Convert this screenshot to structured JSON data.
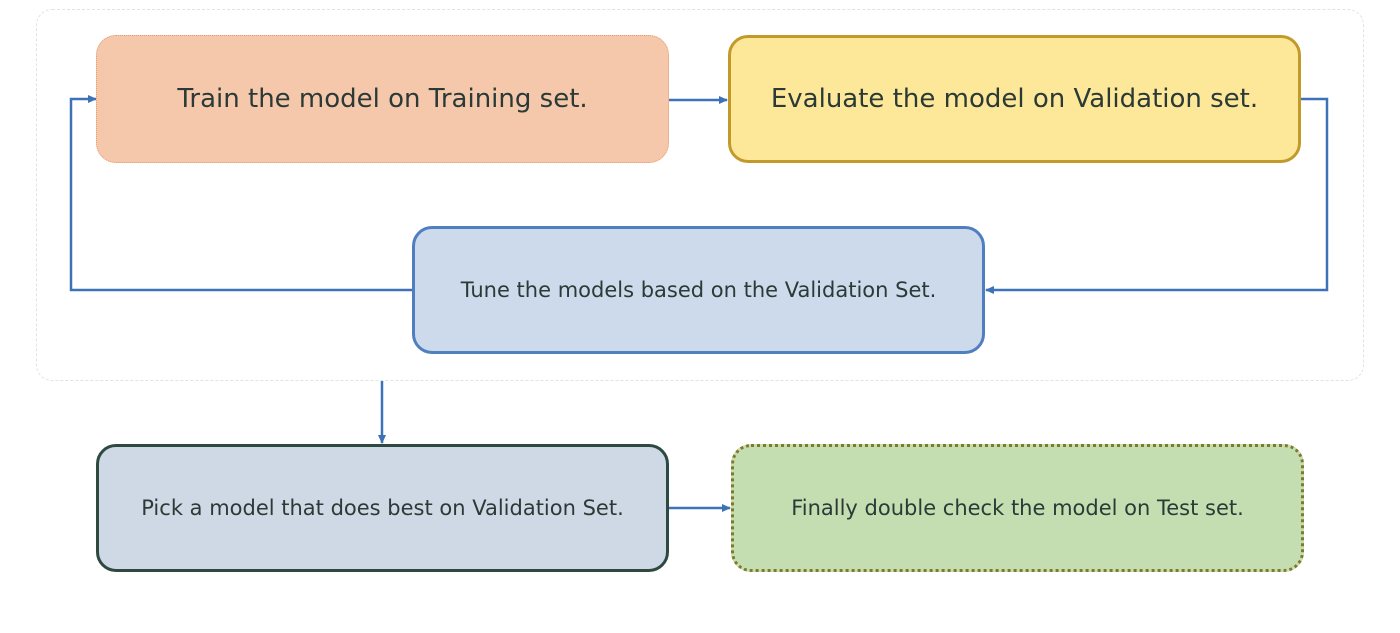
{
  "diagram": {
    "steps": {
      "train": {
        "label": "Train the model on Training set."
      },
      "evaluate": {
        "label": "Evaluate the model on Validation set."
      },
      "tune": {
        "label": "Tune the models based on the Validation Set."
      },
      "pick": {
        "label": "Pick a model that does best on Validation Set."
      },
      "final": {
        "label": "Finally double check the model on Test set."
      }
    },
    "colors": {
      "arrow": "#3e72b8",
      "loop_border": "#e2e2e2"
    }
  }
}
